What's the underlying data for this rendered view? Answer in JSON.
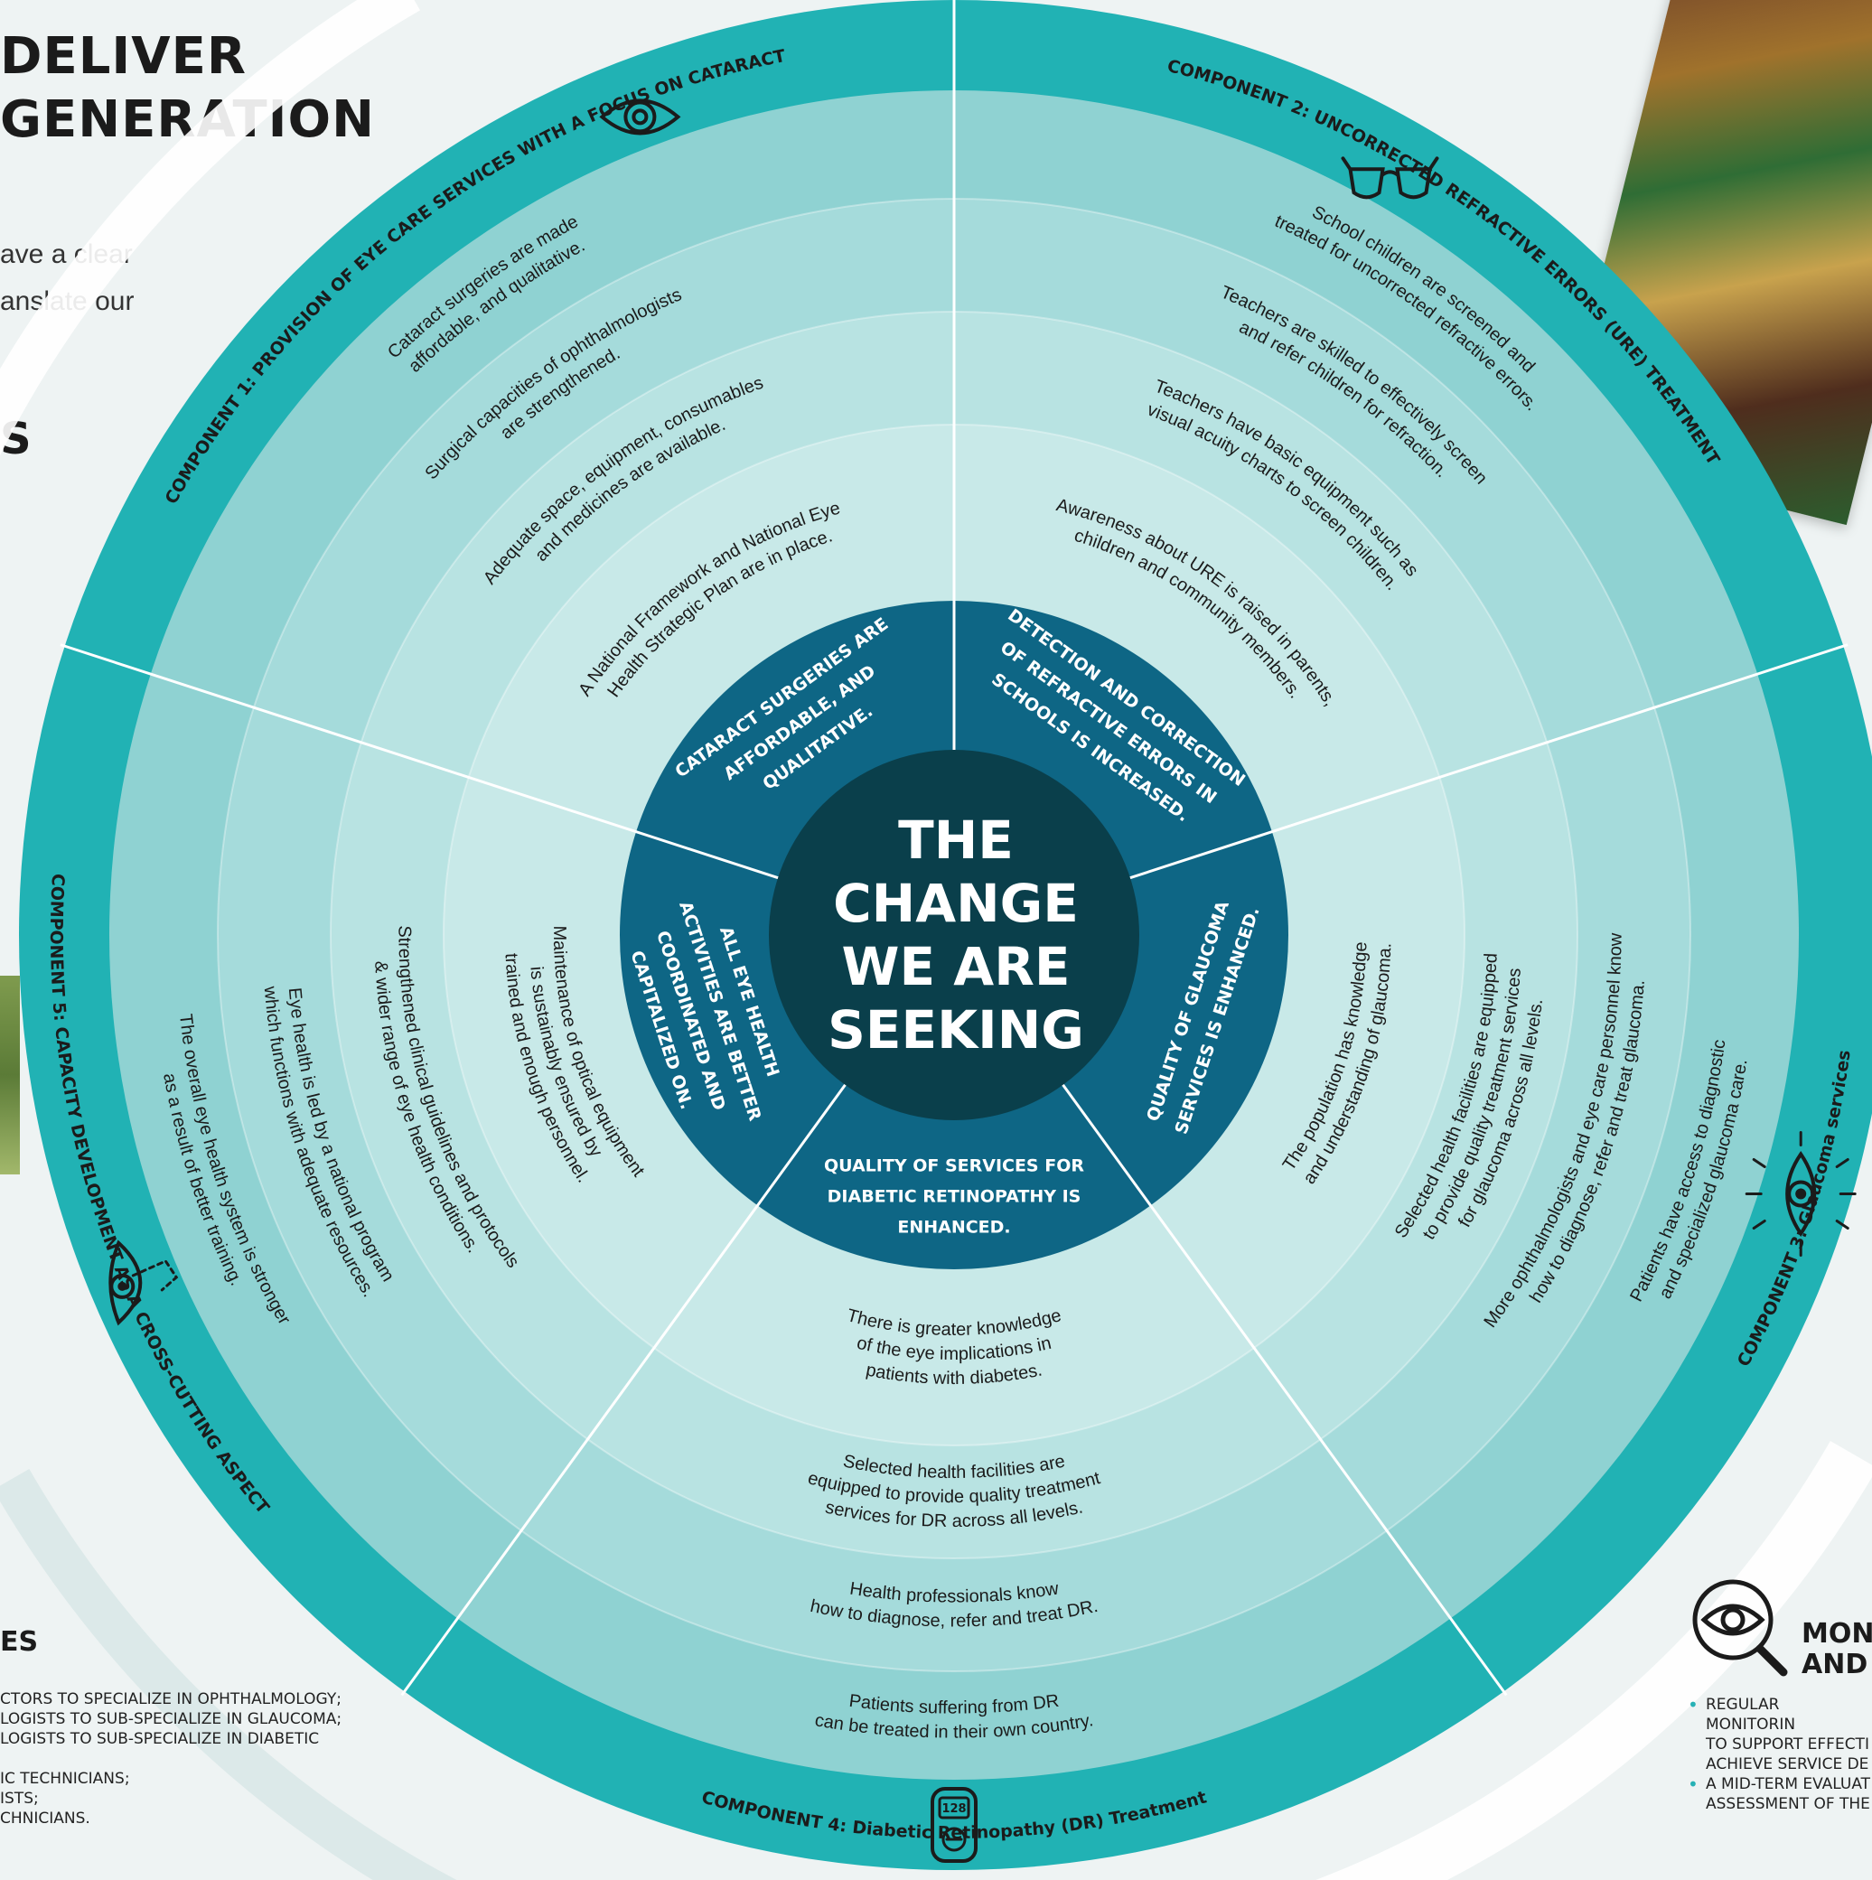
{
  "page": {
    "heading_lines": [
      "DELIVER",
      "GENERATION"
    ],
    "intro_lines": [
      "ave a clear",
      "anslate our"
    ],
    "side_letter": "S"
  },
  "center": {
    "title_lines": [
      "THE",
      "CHANGE",
      "WE ARE",
      "SEEKING"
    ]
  },
  "outcomes": [
    {
      "text": "CATARACT SURGERIES ARE AFFORDABLE, AND QUALITATIVE."
    },
    {
      "text": "DETECTION AND CORRECTION OF REFRACTIVE ERRORS IN SCHOOLS IS INCREASED."
    },
    {
      "text": "QUALITY OF GLAUCOMA SERVICES IS ENHANCED."
    },
    {
      "text": "QUALITY OF SERVICES FOR DIABETIC RETINOPATHY IS ENHANCED."
    },
    {
      "text": "ALL EYE HEALTH ACTIVITIES ARE BETTER COORDINATED AND CAPITALIZED ON."
    }
  ],
  "components": [
    {
      "title": "COMPONENT 1: PROVISION OF EYE CARE SERVICES WITH A FOCUS ON CATARACT",
      "icon": "eye-icon",
      "results": [
        [
          "Cataract surgeries are made",
          "affordable, and qualitative."
        ],
        [
          "Surgical capacities of ophthalmologists",
          "are strengthened."
        ],
        [
          "Adequate space, equipment, consumables",
          "and medicines are available."
        ],
        [
          "A National Framework and National Eye",
          "Health Strategic Plan are in place."
        ]
      ]
    },
    {
      "title": "COMPONENT 2: UNCORRECTED REFRACTIVE ERRORS (URE) TREATMENT",
      "icon": "glasses-icon",
      "results": [
        [
          "School children are screened and",
          "treated for uncorrected refractive errors."
        ],
        [
          "Teachers are skilled to effectively screen",
          "and refer children for refraction."
        ],
        [
          "Teachers have basic equipment such as",
          "visual acuity charts to screen children."
        ],
        [
          "Awareness about URE is raised in parents,",
          "children and community members."
        ]
      ]
    },
    {
      "title": "COMPONENT 3: Glaucoma services",
      "icon": "eye-alert-icon",
      "results": [
        [
          "Patients have access to diagnostic",
          "and specialized glaucoma care."
        ],
        [
          "More ophthalmologists and eye care personnel know",
          "how to diagnose, refer and treat glaucoma."
        ],
        [
          "Selected health facilities are equipped",
          "to provide quality treatment services",
          "for glaucoma across all levels."
        ],
        [
          "The population has knowledge",
          "and understanding of glaucoma."
        ]
      ]
    },
    {
      "title": "COMPONENT 4: Diabetic Retinopathy (DR) Treatment",
      "icon": "glucose-meter-icon",
      "icon_reading": "128",
      "results": [
        [
          "Patients suffering from DR",
          "can be treated in their own country."
        ],
        [
          "Health professionals know",
          "how to diagnose, refer and treat DR."
        ],
        [
          "Selected health facilities are",
          "equipped to provide quality treatment",
          "services for DR across all levels."
        ],
        [
          "There is greater knowledge",
          "of the eye implications in",
          "patients with diabetes."
        ]
      ]
    },
    {
      "title": "COMPONENT 5: CAPACITY DEVELOPMENT AS A CROSS-CUTTING ASPECT",
      "icon": "eye-profile-icon",
      "results": [
        [
          "The overall eye health system is stronger",
          "as a result of better training."
        ],
        [
          "Eye health is led by a national program",
          "which functions with adequate resources."
        ],
        [
          "Strengthened clinical guidelines and protocols",
          "& wider range of eye health conditions."
        ],
        [
          "Maintenance of optical equipment",
          "is sustainably ensured by",
          "trained and enough personnel."
        ]
      ]
    }
  ],
  "left_panel": {
    "title": "ES",
    "items": [
      "CTORS TO SPECIALIZE IN OPHTHALMOLOGY;",
      "LOGISTS TO SUB-SPECIALIZE IN GLAUCOMA;",
      "LOGISTS TO SUB-SPECIALIZE IN DIABETIC",
      "",
      "IC TECHNICIANS;",
      "ISTS;",
      "CHNICIANS."
    ]
  },
  "monitoring": {
    "title_lines": [
      "MON",
      "AND"
    ],
    "bullets": [
      [
        "REGULAR MONITORIN",
        "TO SUPPORT EFFECTI",
        "ACHIEVE SERVICE DE"
      ],
      [
        "A MID-TERM EVALUAT",
        "ASSESSMENT OF THE"
      ]
    ]
  },
  "colors": {
    "outer_ring": "#21b2b4",
    "ring_1": "#8fd2d2",
    "ring_2": "#a5dbdb",
    "ring_3": "#b8e3e2",
    "ring_4": "#c8e9e8",
    "outcome_ring": "#0e6685",
    "center": "#0a3f4b",
    "background": "#eef3f3"
  }
}
